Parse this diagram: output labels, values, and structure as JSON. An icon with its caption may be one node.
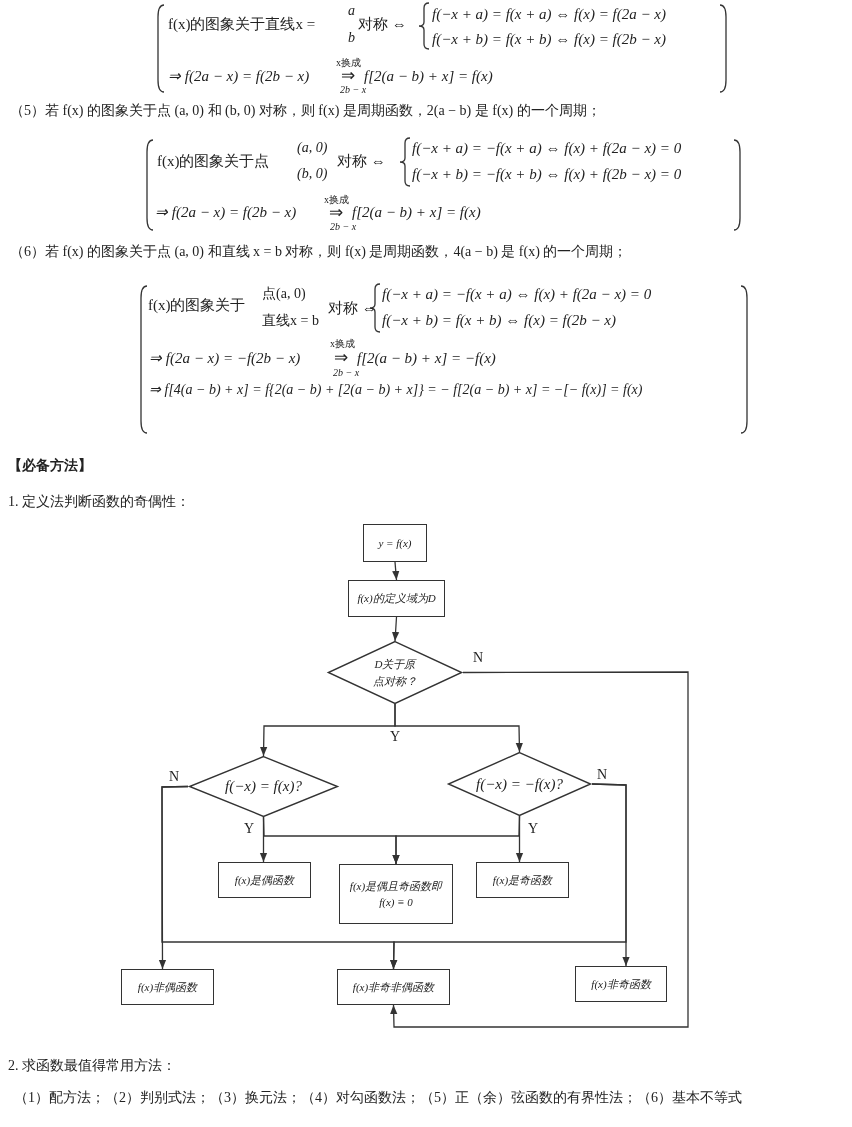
{
  "diagram": {
    "nodes": [
      {
        "text": [
          "y = f(x)"
        ]
      },
      {
        "text": [
          "f(x)的定义域为D"
        ]
      },
      {
        "text": [
          "D关于原点对称？"
        ]
      },
      {
        "text": [
          "f(−x) = f(x)?"
        ]
      },
      {
        "text": [
          "f(−x) = −f(x)?"
        ]
      },
      {
        "text": [
          "f(x)是偶函数"
        ]
      },
      {
        "text": [
          "f(x)是偶且奇函数即f(x) ≡ 0"
        ]
      },
      {
        "text": [
          "f(x)是奇函数"
        ]
      },
      {
        "text": [
          "f(x)非偶函数"
        ]
      },
      {
        "text": [
          "f(x)非奇非偶函数"
        ]
      },
      {
        "text": [
          "f(x)非奇函数"
        ]
      }
    ],
    "edges": [
      {
        "from": 0,
        "to": 1,
        "arrow": "to"
      },
      {
        "from": 1,
        "to": 2,
        "arrow": "to"
      },
      {
        "from": 2,
        "to": 3,
        "arrow": "to",
        "label": "Y"
      },
      {
        "from": 2,
        "to": 4,
        "arrow": "to"
      },
      {
        "from": 2,
        "to": 9,
        "arrow": "to",
        "label": "N"
      },
      {
        "from": 3,
        "to": 5,
        "arrow": "to",
        "label": "Y"
      },
      {
        "from": 3,
        "to": 6,
        "arrow": "to"
      },
      {
        "from": 4,
        "to": 6,
        "arrow": "to"
      },
      {
        "from": 4,
        "to": 7,
        "arrow": "to",
        "label": "Y"
      },
      {
        "from": 3,
        "to": 8,
        "arrow": "to",
        "label": "N"
      },
      {
        "from": 3,
        "to": 9,
        "arrow": "to"
      },
      {
        "from": 4,
        "to": 10,
        "arrow": "to",
        "label": "N"
      },
      {
        "from": 4,
        "to": 9,
        "arrow": "to"
      }
    ],
    "labels": [
      "f(x)的图象关于直线x =",
      "a",
      "b",
      "对称 ⇔",
      "f(−x + a) = f(x + a) ⇔ f(x) = f(2a − x)",
      "f(−x + b) = f(x + b) ⇔ f(x) = f(2b − x)",
      "⇒ f(2a − x) = f(2b − x)",
      "x换成",
      "⇒",
      "2b − x",
      "f[2(a − b) + x] = f(x)",
      "（5）若 f(x) 的图象关于点 (a, 0) 和 (b, 0) 对称，则 f(x) 是周期函数，2(a − b) 是 f(x) 的一个周期；",
      "f(x)的图象关于点",
      "(a, 0)",
      "(b, 0)",
      "对称 ⇔",
      "f(−x + a) = −f(x + a) ⇔ f(x) + f(2a − x) = 0",
      "f(−x + b) = −f(x + b) ⇔ f(x) + f(2b − x) = 0",
      "⇒ f(2a − x) = f(2b − x)",
      "x换成",
      "⇒",
      "2b − x",
      "f[2(a − b) + x] = f(x)",
      "（6）若 f(x) 的图象关于点 (a, 0) 和直线 x = b 对称，则 f(x) 是周期函数，4(a − b) 是 f(x) 的一个周期；",
      "f(x)的图象关于",
      "点(a, 0)",
      "直线x = b",
      "对称 ⇔",
      "f(−x + a) = −f(x + a) ⇔ f(x) + f(2a − x) = 0",
      "f(−x + b) = f(x + b) ⇔ f(x) = f(2b − x)",
      "⇒ f(2a − x) = −f(2b − x)",
      "x换成",
      "⇒",
      "2b − x",
      "f[2(a − b) + x] = −f(x)",
      "⇒ f[4(a − b) + x] = f{2(a − b) + [2(a − b) + x]} = − f[2(a − b) + x] = −[− f(x)] = f(x)",
      "【必备方法】",
      "1. 定义法判断函数的奇偶性：",
      "2. 求函数最值得常用方法：",
      "（1）配方法；（2）判别式法；（3）换元法；（4）对勾函数法；（5）正（余）弦函数的有界性法；（6）基本不等式"
    ]
  }
}
